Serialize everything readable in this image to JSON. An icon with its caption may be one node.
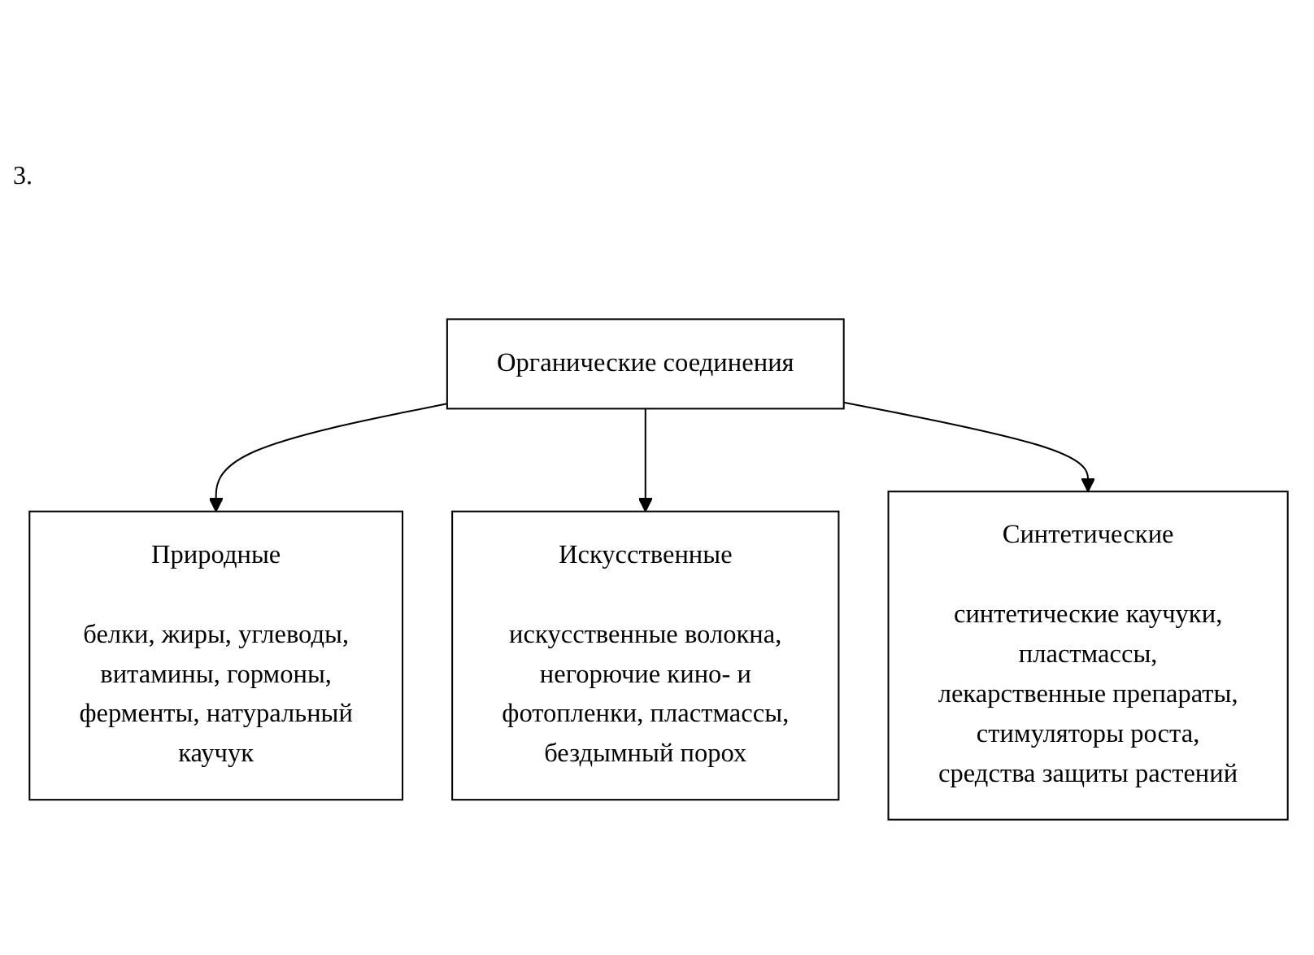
{
  "diagram": {
    "nodes": [
      {
        "text": [
          "Органические соединения"
        ]
      },
      {
        "text": [
          "Природные",
          "белки, жиры, углеводы, витамины, гормоны, ферменты, натуральный каучук"
        ]
      },
      {
        "text": [
          "Искусственные",
          "искусственные волокна, негорючие кино- и фотопленки, пластмассы, бездымный порох"
        ]
      },
      {
        "text": [
          "Синтетические",
          "синтетические каучуки, пластмассы, лекарственные препараты, стимуляторы роста, средства защиты растений"
        ]
      }
    ],
    "edges": [
      {
        "from": 0,
        "to": 1,
        "arrow": "to"
      },
      {
        "from": 0,
        "to": 2,
        "arrow": "to"
      },
      {
        "from": 0,
        "to": 3,
        "arrow": "to"
      }
    ],
    "labels": [
      "3."
    ]
  }
}
